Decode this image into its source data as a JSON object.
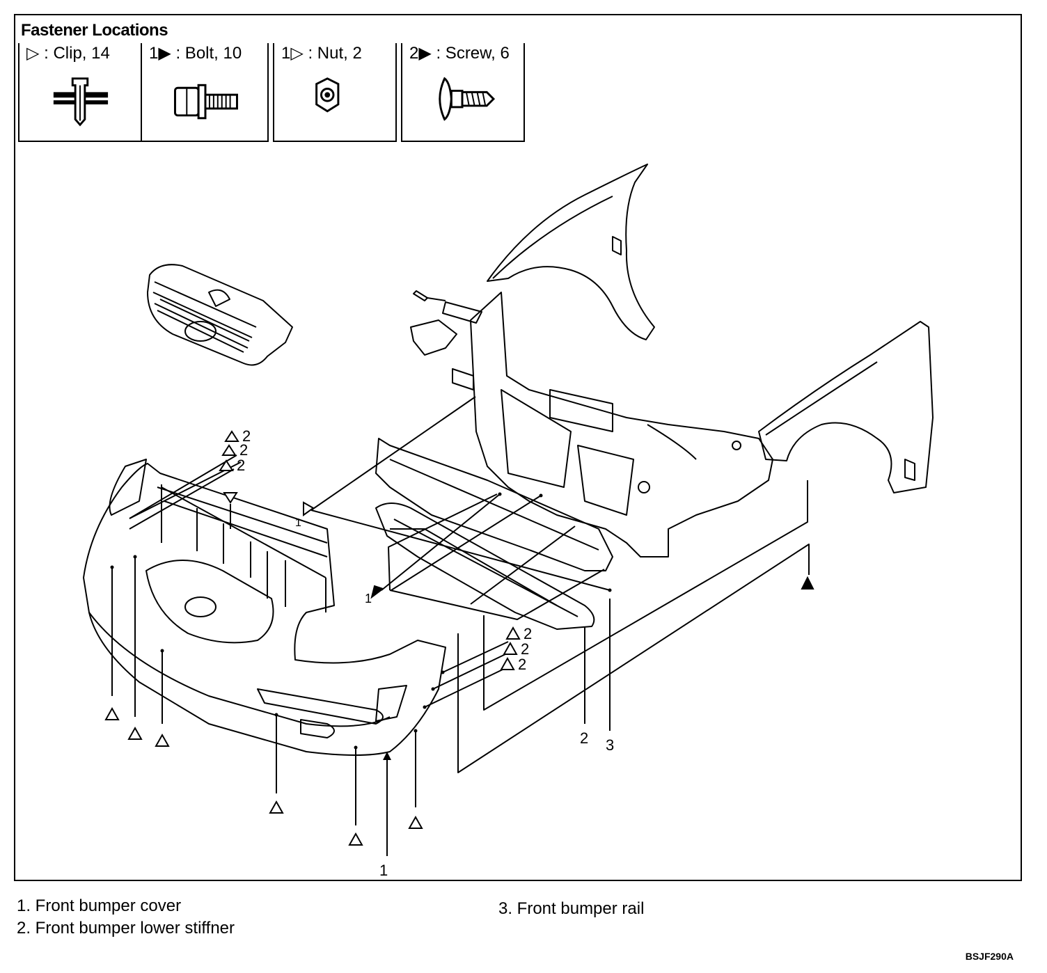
{
  "header": {
    "title": "Fastener Locations"
  },
  "fasteners": [
    {
      "label": "▷ : Clip, 14",
      "icon": "clip-icon"
    },
    {
      "label": "1▶ : Bolt, 10",
      "icon": "bolt-icon"
    },
    {
      "label": "1▷ : Nut, 2",
      "icon": "nut-icon"
    },
    {
      "label": "2▶ : Screw, 6",
      "icon": "screw-icon"
    }
  ],
  "callouts": {
    "c1": "1",
    "c2": "2",
    "c3": "3",
    "qty2": "2",
    "qty1": "1"
  },
  "legend": [
    "1. Front bumper cover",
    "2. Front bumper lower stiffner",
    "3. Front bumper rail"
  ],
  "figure_code": "BSJF290A"
}
